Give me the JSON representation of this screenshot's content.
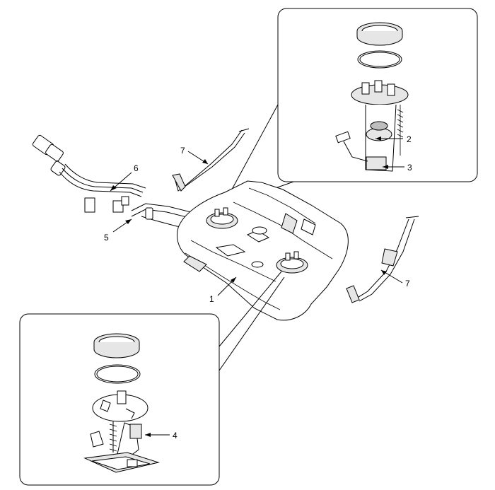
{
  "callouts": {
    "c1": "1",
    "c2": "2",
    "c3": "3",
    "c4": "4",
    "c5": "5",
    "c6": "6",
    "c7a": "7",
    "c7b": "7"
  }
}
